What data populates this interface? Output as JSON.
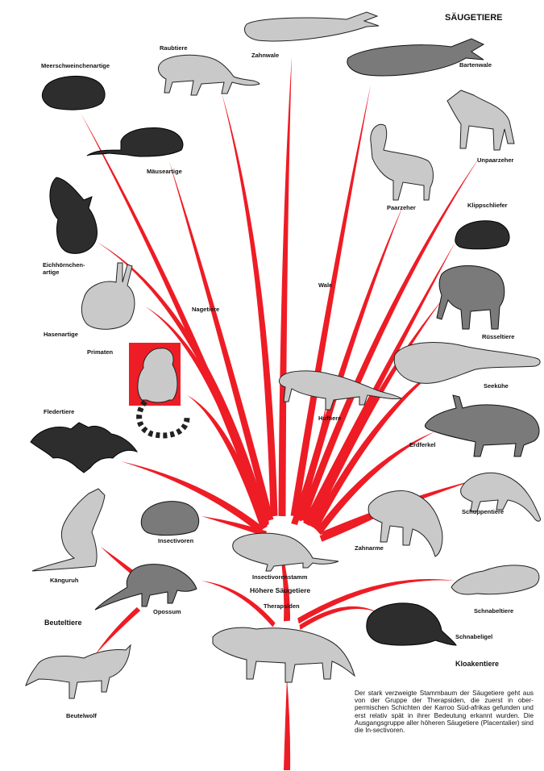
{
  "title": "SÄUGETIERE",
  "labels": {
    "zahnwale": "Zahnwale",
    "bartenwale": "Bartenwale",
    "raubtiere": "Raubtiere",
    "meerschweinchenartige": "Meerschweinchenartige",
    "maeuseartige": "Mäuseartige",
    "unpaarzeher": "Unpaarzeher",
    "paarzeher": "Paarzeher",
    "klippschliefer": "Klippschliefer",
    "eichhoernchenartige_1": "Eichhörnchen-",
    "eichhoernchenartige_2": "artige",
    "wale": "Wale",
    "nagetiere": "Nagetiere",
    "ruesseltiere": "Rüsseltiere",
    "hasenartige": "Hasenartige",
    "primaten": "Primaten",
    "seekuehe": "Seekühe",
    "huftiere": "Huftiere",
    "fledertiere": "Fledertiere",
    "erdferkel": "Erdferkel",
    "schuppentiere": "Schuppentiere",
    "insectivoren": "Insectivoren",
    "zahnarme": "Zahnarme",
    "kaenguruh": "Känguruh",
    "insectivorenstamm": "Insectivorenstamm",
    "hoehere_saeugetiere": "Höhere Säugetiere",
    "therapsiden": "Therapsiden",
    "schnabeltiere": "Schnabeltiere",
    "opossum": "Opossum",
    "beuteltiere": "Beuteltiere",
    "schnabeligel": "Schnabeligel",
    "kloakentiere": "Kloakentiere",
    "beutelwolf": "Beutelwolf"
  },
  "caption": "Der stark verzweigte Stammbaum der Säugetiere geht aus von der Gruppe der Therapsiden, die zuerst in ober-permischen Schichten der Karroo Süd-afrikas gefunden und erst relativ spät in ihrer Bedeutung erkannt wurden. Die Ausgangsgruppe aller höheren Säugetiere (Placentalier) sind die In-sectivoren.",
  "colors": {
    "branch": "#ee1c25",
    "ink": "#111111",
    "highlight": "#ee1c25"
  }
}
